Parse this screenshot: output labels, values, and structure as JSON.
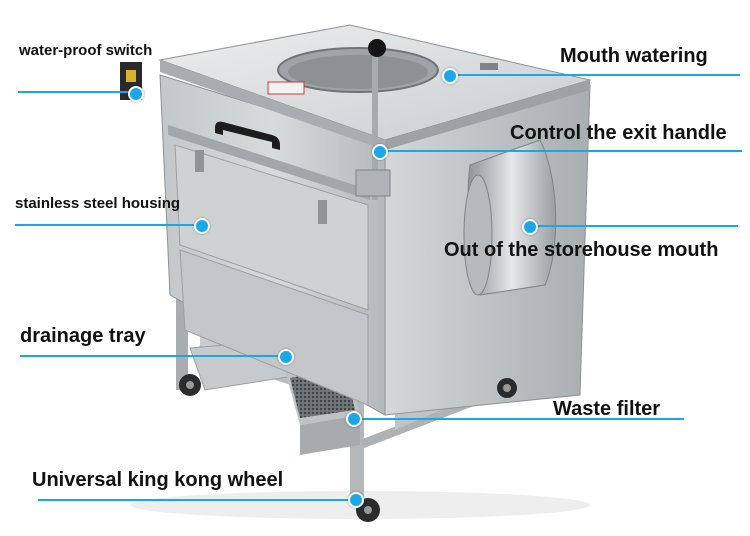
{
  "product_image": {
    "labels": {
      "water_proof_switch": "water-proof switch",
      "mouth_watering": "Mouth watering",
      "control_exit_handle": "Control the exit handle",
      "stainless_steel_housing": "stainless steel housing",
      "out_of_storehouse_mouth": "Out of the storehouse mouth",
      "drainage_tray": "drainage tray",
      "waste_filter": "Waste filter",
      "universal_wheel": "Universal king kong wheel"
    },
    "colors": {
      "callout_line": "#1aa7e8",
      "callout_dot": "#19a9ea",
      "steel_light": "#d9dbdc",
      "steel_mid": "#b9bdbf",
      "steel_dark": "#8f9496",
      "background": "#ffffff"
    }
  }
}
